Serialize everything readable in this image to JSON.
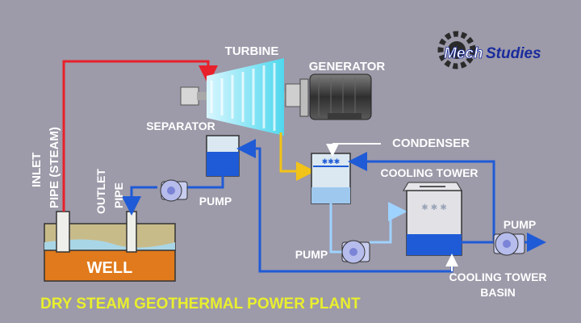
{
  "title": "DRY STEAM GEOTHERMAL POWER PLANT",
  "brand": {
    "part1": "Mech",
    "part2": "Studies"
  },
  "labels": {
    "turbine": "TURBINE",
    "generator": "GENERATOR",
    "separator": "SEPARATOR",
    "condenser": "CONDENSER",
    "cooling_tower": "COOLING TOWER",
    "cooling_tower_basin_1": "COOLING TOWER",
    "cooling_tower_basin_2": "BASIN",
    "pump_left": "PUMP",
    "pump_middle": "PUMP",
    "pump_right": "PUMP",
    "well": "WELL",
    "inlet_pipe_1": "INLET",
    "inlet_pipe_2": "PIPE (STEAM)",
    "outlet_pipe_1": "OUTLET",
    "outlet_pipe_2": "PIPE"
  },
  "colors": {
    "background": "#9d9aa9",
    "steam": "#e8202a",
    "water": "#1f5bd6",
    "exhaust": "#f2c318",
    "title": "#e9ef2d",
    "label": "#ffffff"
  }
}
